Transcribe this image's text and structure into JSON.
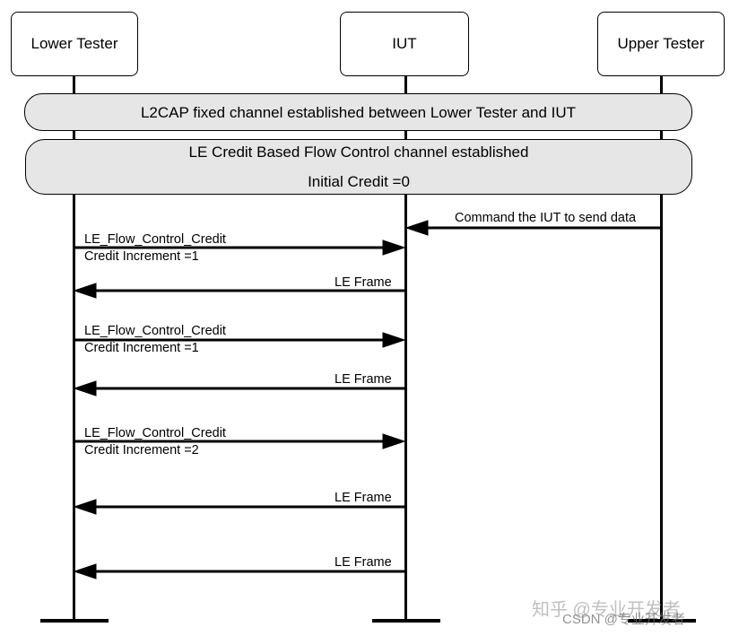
{
  "participants": {
    "lower_tester": "Lower Tester",
    "iut": "IUT",
    "upper_tester": "Upper Tester"
  },
  "states": {
    "l2cap": "L2CAP fixed channel established between Lower Tester and IUT",
    "le_credit_title": "LE Credit Based Flow Control channel established",
    "le_credit_initial": "Initial Credit =0"
  },
  "messages": {
    "command": "Command the IUT to send data",
    "credit1_name": "LE_Flow_Control_Credit",
    "credit1_detail": "Credit Increment =1",
    "frame1": "LE Frame",
    "credit2_name": "LE_Flow_Control_Credit",
    "credit2_detail": "Credit Increment =1",
    "frame2": "LE Frame",
    "credit3_name": "LE_Flow_Control_Credit",
    "credit3_detail": "Credit Increment =2",
    "frame3": "LE Frame",
    "frame4": "LE Frame"
  },
  "watermark": {
    "zhihu": "知乎 @专业开发者",
    "csdn": "CSDN @专业开发者"
  }
}
